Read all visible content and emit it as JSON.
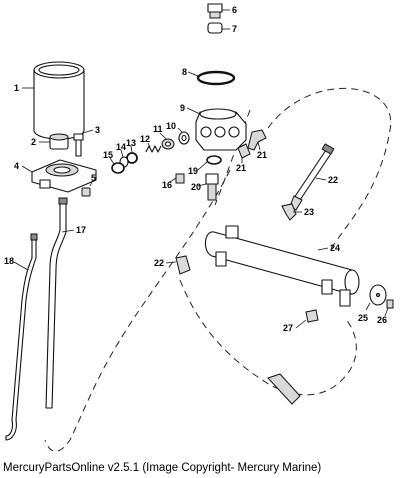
{
  "caption": "MercuryPartsOnline v2.5.1 (Image Copyright- Mercury Marine)",
  "callouts": {
    "c1": "1",
    "c2": "2",
    "c3": "3",
    "c4": "4",
    "c5": "5",
    "c6": "6",
    "c7": "7",
    "c8": "8",
    "c9": "9",
    "c10": "10",
    "c11": "11",
    "c12": "12",
    "c13": "13",
    "c14": "14",
    "c15": "15",
    "c16": "16",
    "c17": "17",
    "c18": "18",
    "c19": "19",
    "c20": "20",
    "c21a": "21",
    "c21b": "21",
    "c22a": "22",
    "c22b": "22",
    "c23": "23",
    "c24": "24",
    "c25": "25",
    "c26": "26",
    "c27": "27"
  }
}
